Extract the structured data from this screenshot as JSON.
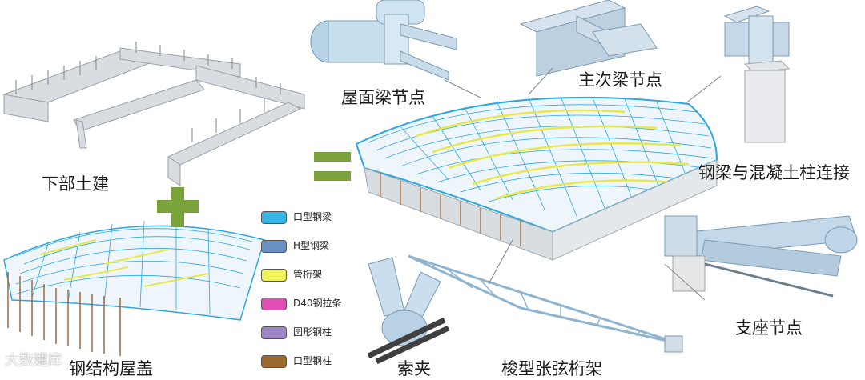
{
  "labels": {
    "substructure": "下部土建",
    "steel_roof": "钢结构屋盖",
    "roof_beam_node": "屋面梁节点",
    "main_secondary_beam_node": "主次梁节点",
    "beam_column_connection": "钢梁与混凝土柱连接",
    "support_node": "支座节点",
    "cable_clamp": "索夹",
    "truss": "梭型张弦桁架"
  },
  "legend": [
    {
      "label": "口型钢梁",
      "color": "#35b4e6"
    },
    {
      "label": "H型钢梁",
      "color": "#6a8fc2"
    },
    {
      "label": "管桁架",
      "color": "#f2f25a"
    },
    {
      "label": "D40钢拉条",
      "color": "#e24fb4"
    },
    {
      "label": "圆形钢柱",
      "color": "#9f86c6"
    },
    {
      "label": "口型钢柱",
      "color": "#9c6a2e"
    }
  ],
  "watermark": "大数建库"
}
